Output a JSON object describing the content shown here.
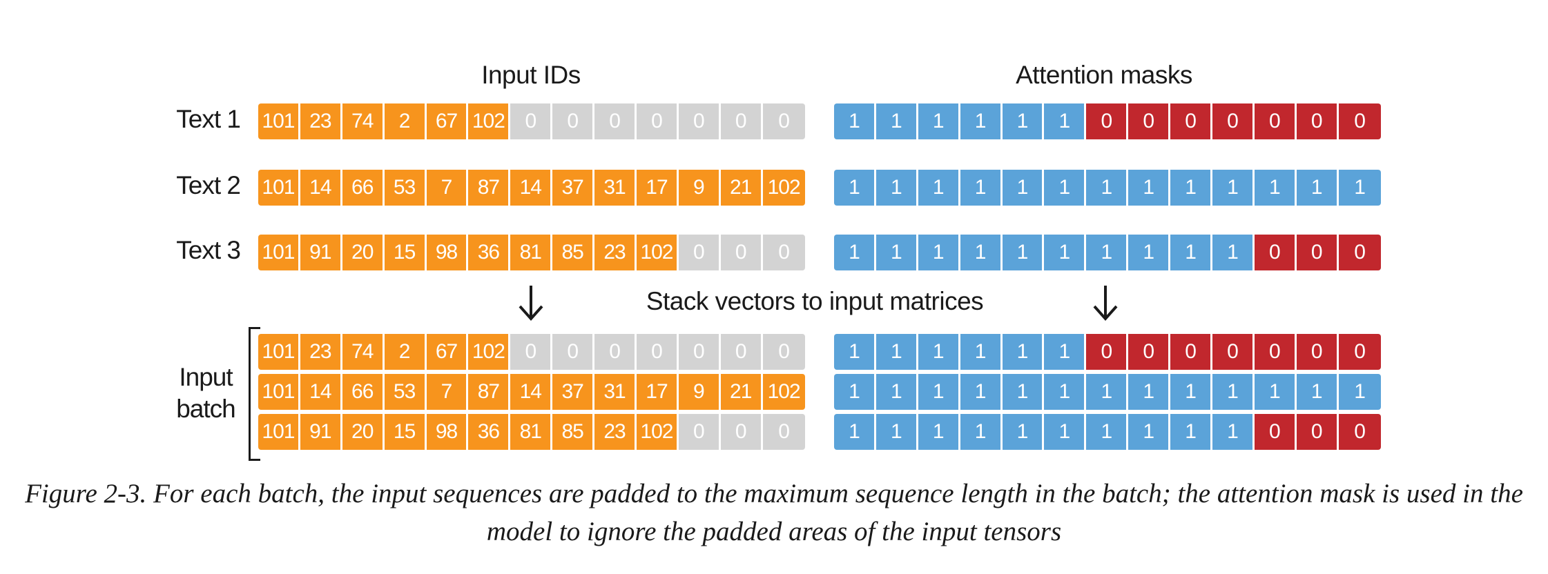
{
  "headings": {
    "input_ids": "Input IDs",
    "attention_masks": "Attention masks",
    "stack": "Stack vectors to input matrices"
  },
  "labels": {
    "text1": "Text 1",
    "text2": "Text 2",
    "text3": "Text 3",
    "batch_line1": "Input",
    "batch_line2": "batch"
  },
  "colors": {
    "token": "#f7941d",
    "pad": "#d3d3d3",
    "mask_one": "#5ba3d9",
    "mask_zero": "#c1272d"
  },
  "sequences": [
    {
      "ids": [
        "101",
        "23",
        "74",
        "2",
        "67",
        "102",
        "0",
        "0",
        "0",
        "0",
        "0",
        "0",
        "0"
      ],
      "mask": [
        "1",
        "1",
        "1",
        "1",
        "1",
        "1",
        "0",
        "0",
        "0",
        "0",
        "0",
        "0",
        "0"
      ]
    },
    {
      "ids": [
        "101",
        "14",
        "66",
        "53",
        "7",
        "87",
        "14",
        "37",
        "31",
        "17",
        "9",
        "21",
        "102"
      ],
      "mask": [
        "1",
        "1",
        "1",
        "1",
        "1",
        "1",
        "1",
        "1",
        "1",
        "1",
        "1",
        "1",
        "1"
      ]
    },
    {
      "ids": [
        "101",
        "91",
        "20",
        "15",
        "98",
        "36",
        "81",
        "85",
        "23",
        "102",
        "0",
        "0",
        "0"
      ],
      "mask": [
        "1",
        "1",
        "1",
        "1",
        "1",
        "1",
        "1",
        "1",
        "1",
        "1",
        "0",
        "0",
        "0"
      ]
    }
  ],
  "caption": "Figure 2-3. For each batch, the input sequences are padded to the maximum sequence length in the batch; the attention mask is used in the model to ignore the padded areas of the input tensors"
}
